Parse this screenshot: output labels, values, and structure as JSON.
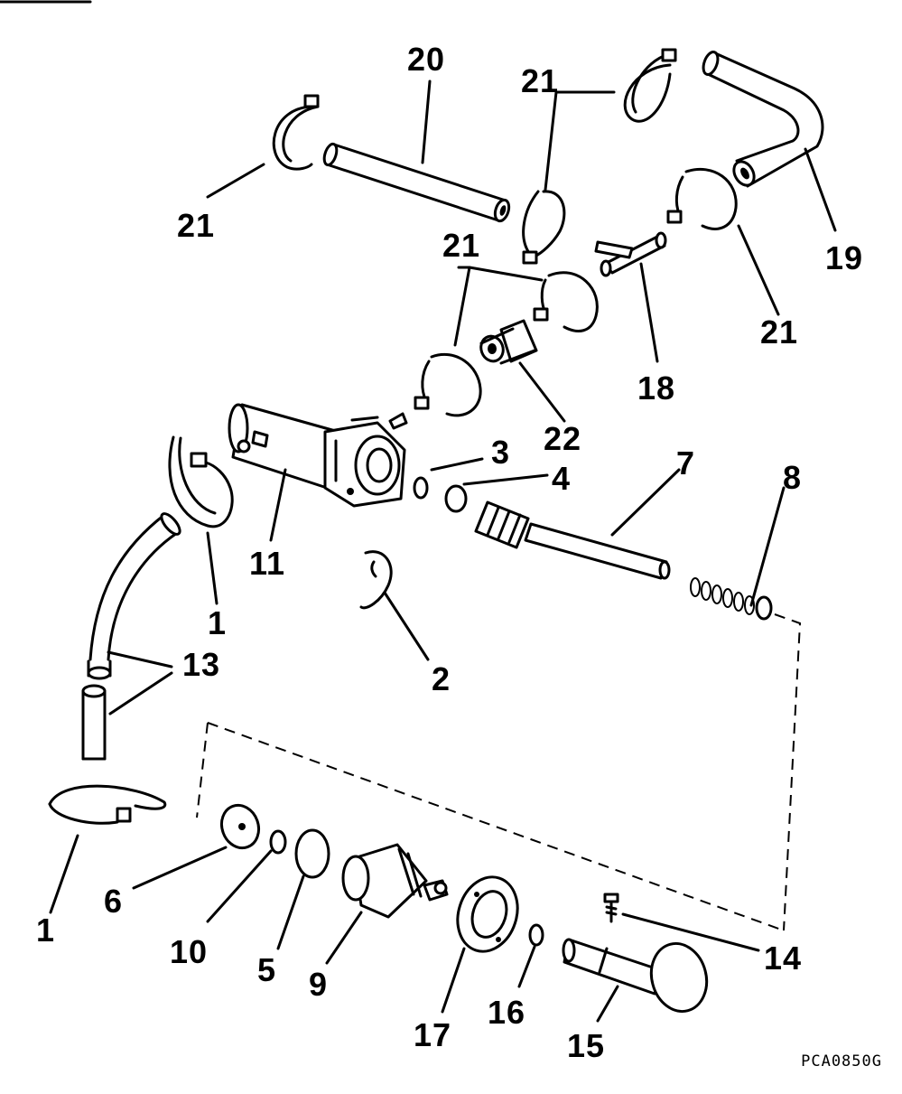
{
  "figure_code": "PCA0850G",
  "callouts": {
    "l20": "20",
    "l21a": "21",
    "l21b": "21",
    "l21c": "21",
    "l21d": "21",
    "l19": "19",
    "l18": "18",
    "l22": "22",
    "l3": "3",
    "l4": "4",
    "l7": "7",
    "l8": "8",
    "l11": "11",
    "l1a": "1",
    "l13": "13",
    "l2": "2",
    "l14": "14",
    "l6": "6",
    "l10": "10",
    "l5": "5",
    "l9": "9",
    "l17": "17",
    "l16": "16",
    "l15": "15",
    "l1b": "1"
  }
}
